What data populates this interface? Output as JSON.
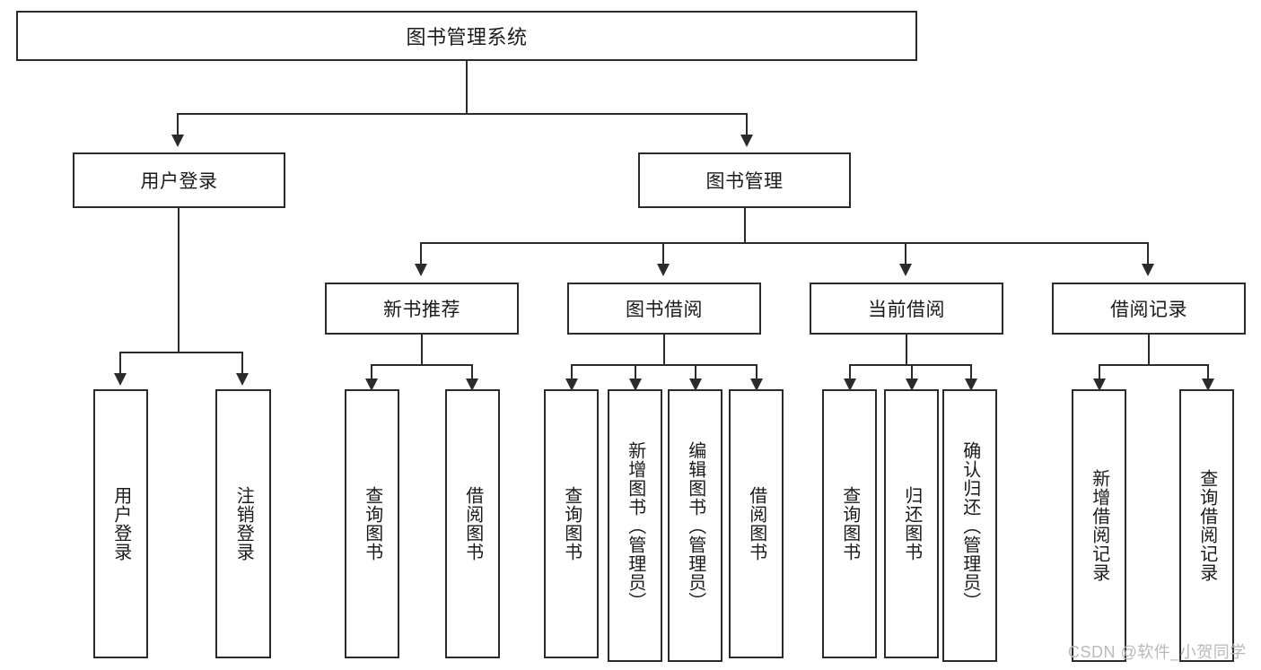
{
  "diagram": {
    "title": "图书管理系统",
    "type": "functional-decomposition-tree",
    "root": {
      "label": "图书管理系统"
    },
    "level2": [
      {
        "label": "用户登录"
      },
      {
        "label": "图书管理"
      }
    ],
    "level3": [
      {
        "label": "新书推荐"
      },
      {
        "label": "图书借阅"
      },
      {
        "label": "当前借阅"
      },
      {
        "label": "借阅记录"
      }
    ],
    "leaves": {
      "user_login": [
        {
          "label": "用户登录"
        },
        {
          "label": "注销登录"
        }
      ],
      "new_book_recommend": [
        {
          "label": "查询图书"
        },
        {
          "label": "借阅图书"
        }
      ],
      "book_borrow": [
        {
          "label": "查询图书"
        },
        {
          "label": "新增图书（管理员）"
        },
        {
          "label": "编辑图书（管理员）"
        },
        {
          "label": "借阅图书"
        }
      ],
      "current_borrow": [
        {
          "label": "查询图书"
        },
        {
          "label": "归还图书"
        },
        {
          "label": "确认归还（管理员）"
        }
      ],
      "borrow_record": [
        {
          "label": "新增借阅记录"
        },
        {
          "label": "查询借阅记录"
        }
      ]
    }
  },
  "watermark": {
    "text": "CSDN @软件_小贺同学"
  },
  "colors": {
    "stroke": "#2b2b2b",
    "background": "#ffffff",
    "text": "#1a1a1a",
    "watermark": "#b9b9b9"
  }
}
